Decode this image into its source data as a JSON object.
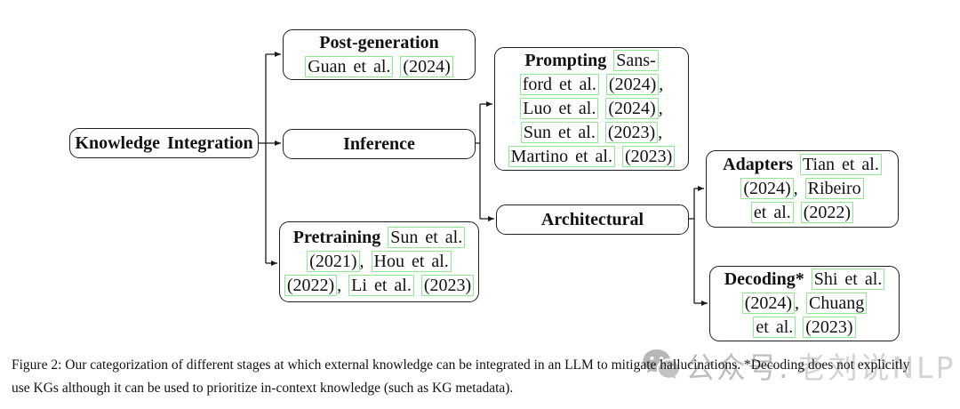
{
  "figure": {
    "caption_line1": "Figure 2: Our categorization of different stages at which external knowledge can be integrated in an LLM to mitigate hallucinations. *Decoding does not explicitly",
    "caption_line2": "use KGs although it can be used to prioritize in-context knowledge (such as KG metadata)."
  },
  "watermark": {
    "icon": "wechat-icon",
    "text_cn": "公众号.",
    "text_brand": "老刘说NLP"
  },
  "colors": {
    "citation_link_border": "#8fe88f",
    "node_border": "#1f1f1f",
    "watermark_gray": "#b5b5b5"
  },
  "edges": [
    {
      "from": "Knowledge Integration",
      "to": "Post-generation"
    },
    {
      "from": "Knowledge Integration",
      "to": "Inference"
    },
    {
      "from": "Knowledge Integration",
      "to": "Pretraining"
    },
    {
      "from": "Inference",
      "to": "Prompting"
    },
    {
      "from": "Inference",
      "to": "Architectural"
    },
    {
      "from": "Architectural",
      "to": "Adapters"
    },
    {
      "from": "Architectural",
      "to": "Decoding*"
    }
  ],
  "nodes": {
    "knowledge_integration": {
      "lines": [
        [
          "Knowledge Integration"
        ]
      ]
    },
    "post_generation": {
      "lines": [
        [
          "Post-generation"
        ],
        [
          "Guan et al.",
          " ",
          "(2024)"
        ]
      ]
    },
    "inference": {
      "lines": [
        [
          "Inference"
        ]
      ]
    },
    "pretraining": {
      "lines": [
        [
          "Pretraining",
          " ",
          "Sun et al."
        ],
        [
          "(2021)",
          ", ",
          "Hou et al."
        ],
        [
          "(2022)",
          ", ",
          "Li et al.",
          " ",
          "(2023)"
        ]
      ]
    },
    "prompting": {
      "lines": [
        [
          "Prompting",
          " ",
          "Sans-"
        ],
        [
          "ford et al.",
          " ",
          "(2024)",
          ","
        ],
        [
          "Luo et al.",
          " ",
          "(2024)",
          ","
        ],
        [
          "Sun et al.",
          " ",
          "(2023)",
          ","
        ],
        [
          "Martino et al.",
          " ",
          "(2023)"
        ]
      ]
    },
    "architectural": {
      "lines": [
        [
          "Architectural"
        ]
      ]
    },
    "adapters": {
      "lines": [
        [
          "Adapters",
          " ",
          "Tian et al."
        ],
        [
          "(2024)",
          ", ",
          "Ribeiro"
        ],
        [
          "et al.",
          " ",
          "(2022)"
        ]
      ]
    },
    "decoding": {
      "lines": [
        [
          "Decoding*",
          " ",
          "Shi et al."
        ],
        [
          "(2024)",
          ", ",
          "Chuang"
        ],
        [
          "et al.",
          " ",
          "(2023)"
        ]
      ]
    }
  }
}
